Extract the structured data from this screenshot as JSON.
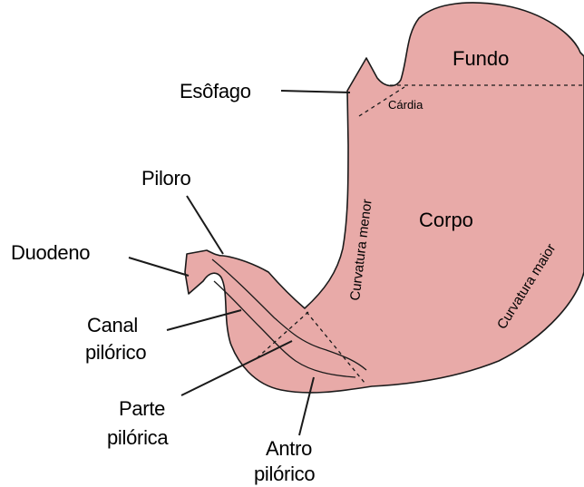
{
  "colors": {
    "stomach_fill": "#E8AAA8",
    "stroke": "#1a1a1a",
    "background": "#FFFFFF"
  },
  "labels": {
    "esofago": "Esôfago",
    "cardia": "Cárdia",
    "fundo": "Fundo",
    "corpo": "Corpo",
    "curvatura_menor": "Curvatura menor",
    "curvatura_maior": "Curvatura maior",
    "piloro": "Piloro",
    "duodeno": "Duodeno",
    "canal_pilorico": [
      "Canal",
      "pilórico"
    ],
    "parte_pilorica": [
      "Parte",
      "pilórica"
    ],
    "antro_pilorico": [
      "Antro",
      "pilórico"
    ]
  }
}
